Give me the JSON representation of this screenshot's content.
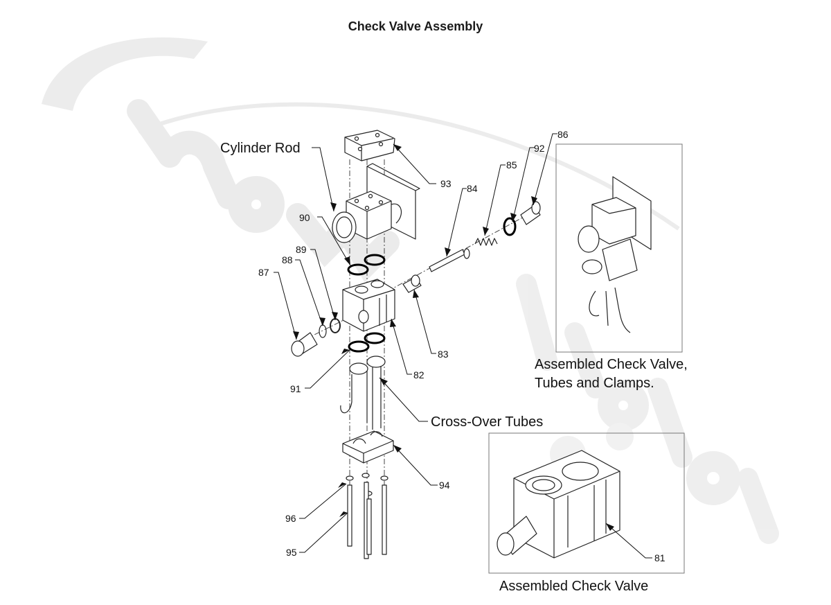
{
  "title": "Check Valve Assembly",
  "watermark": {
    "text": "newtrailers",
    "color": "#d9d9d9"
  },
  "labels": {
    "cylinder_rod": "Cylinder Rod",
    "cross_over_tubes": "Cross-Over Tubes"
  },
  "part_numbers": [
    "81",
    "82",
    "83",
    "84",
    "85",
    "86",
    "87",
    "88",
    "89",
    "90",
    "91",
    "92",
    "93",
    "94",
    "95",
    "96"
  ],
  "insets": {
    "assembled_tubes_line1": "Assembled Check Valve,",
    "assembled_tubes_line2": "Tubes and Clamps.",
    "assembled_valve": "Assembled Check Valve"
  }
}
